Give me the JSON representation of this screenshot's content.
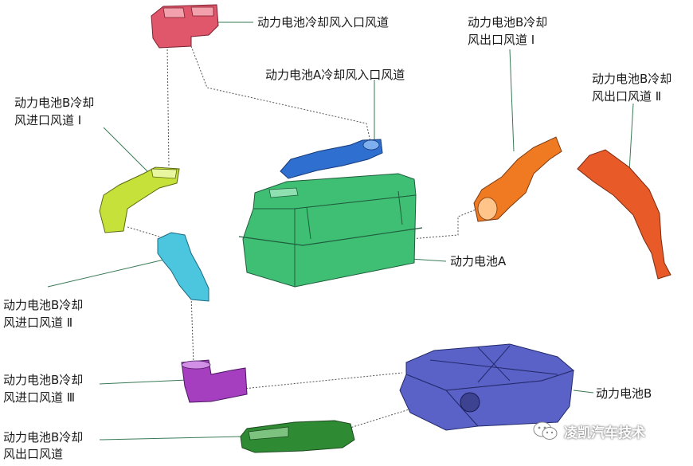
{
  "labels": {
    "a_inlet": "动力电池A冷却风入口风道",
    "b_inlet_l1a": "动力电池B冷却",
    "b_inlet_l1b": "风进口风道 Ⅰ",
    "b_inlet_l2a": "动力电池B冷却",
    "b_inlet_l2b": "风进口风道 Ⅱ",
    "b_inlet_l3a": "动力电池B冷却",
    "b_inlet_l3b": "风进口风道 Ⅲ",
    "b_outlet_a": "动力电池B冷却",
    "b_outlet_b": "风出口风道",
    "top_inlet": "动力电池冷却风入口风道",
    "b_out1a": "动力电池B冷却",
    "b_out1b": "风出口风道 Ⅰ",
    "b_out2a": "动力电池B冷却",
    "b_out2b": "风出口风道 Ⅱ",
    "battery_a": "动力电池A",
    "battery_b": "动力电池B"
  },
  "watermark": {
    "text": "凌凯汽车技术",
    "icon": "wechat-icon"
  },
  "colors": {
    "top_inlet_duct": "#e0566a",
    "a_inlet_duct": "#2f6fd0",
    "b_inlet_duct_1": "#c6e23a",
    "b_inlet_duct_2": "#4cc6df",
    "b_inlet_duct_3": "#a63fbf",
    "b_outlet_duct": "#2f8a34",
    "b_outlet_duct_1": "#f07a22",
    "b_outlet_duct_2": "#e85a28",
    "battery_a": "#3fbf74",
    "battery_b": "#5a62c8"
  }
}
